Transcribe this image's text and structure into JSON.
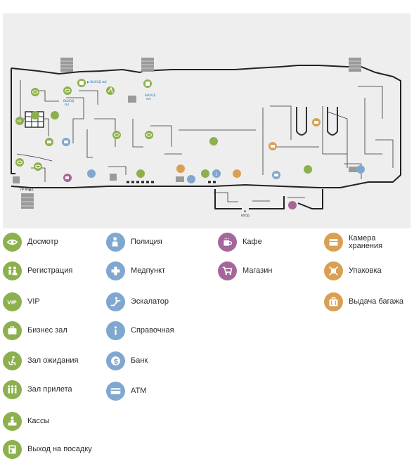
{
  "plan": {
    "labels": {
      "exit_left_1": "ВЫХОД",
      "exit_left_2": "№1",
      "exit_top": "▶ ВЫХОД №6",
      "exit_mid_1": "ВЫХОД",
      "exit_mid_2": "№4",
      "vip_exit": "VIP-ВХОД",
      "entrance": "ВХОД"
    }
  },
  "colors": {
    "green": "#8db04f",
    "blue": "#7fa7cf",
    "purple": "#a5669a",
    "orange": "#d9a054"
  },
  "legend": {
    "col1": [
      {
        "icon": "eye-icon",
        "label": "Досмотр",
        "color": "green"
      },
      {
        "icon": "registration-icon",
        "label": "Регистрация",
        "color": "green"
      },
      {
        "icon": "vip-icon",
        "label": "VIP",
        "color": "green"
      },
      {
        "icon": "briefcase-icon",
        "label": "Бизнес зал",
        "color": "green"
      },
      {
        "icon": "waiting-seat-icon",
        "label": "Зал ожидания",
        "color": "green"
      },
      {
        "icon": "people-icon",
        "label": "Зал прилета",
        "color": "green"
      },
      {
        "icon": "ticket-office-icon",
        "label": "Кассы",
        "color": "green"
      },
      {
        "icon": "boarding-gate-icon",
        "label": "Выход на посадку",
        "color": "green"
      }
    ],
    "col2": [
      {
        "icon": "police-icon",
        "label": "Полиция",
        "color": "blue"
      },
      {
        "icon": "medical-cross-icon",
        "label": "Медпункт",
        "color": "blue"
      },
      {
        "icon": "escalator-icon",
        "label": "Эскалатор",
        "color": "blue"
      },
      {
        "icon": "info-icon",
        "label": "Справочная",
        "color": "blue"
      },
      {
        "icon": "dollar-icon",
        "label": "Банк",
        "color": "blue"
      },
      {
        "icon": "atm-icon",
        "label": "ATM",
        "color": "blue"
      }
    ],
    "col3": [
      {
        "icon": "coffee-cup-icon",
        "label": "Кафе",
        "color": "purple"
      },
      {
        "icon": "shopping-cart-icon",
        "label": "Магазин",
        "color": "purple"
      }
    ],
    "col4": [
      {
        "icon": "luggage-storage-icon",
        "label": "Камера\nхранения",
        "color": "orange"
      },
      {
        "icon": "packing-icon",
        "label": "Упаковка",
        "color": "orange"
      },
      {
        "icon": "baggage-claim-icon",
        "label": "Выдача багажа",
        "color": "orange"
      }
    ]
  }
}
